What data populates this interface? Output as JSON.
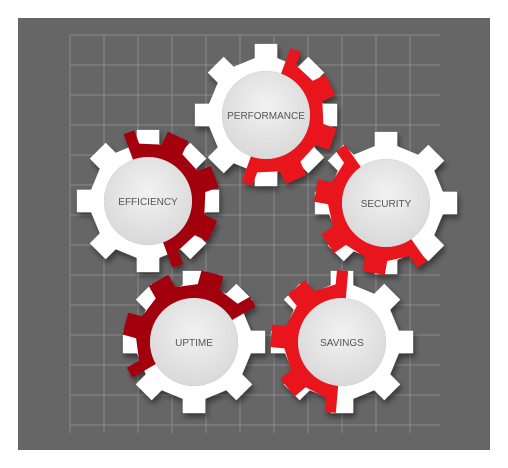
{
  "colors": {
    "background": "#666666",
    "grid": "#8a8a8a",
    "gear_white": "#ffffff",
    "gear_red": "#e8141b",
    "gear_dark_red": "#a3060e",
    "hub_fill": "#e6e6e6",
    "label": "#555555"
  },
  "gears": [
    {
      "id": "performance",
      "label": "PERFORMANCE",
      "icon": "gear-icon",
      "red_arc": "right-half"
    },
    {
      "id": "security",
      "label": "SECURITY",
      "icon": "gear-icon",
      "red_arc": "left-bottom"
    },
    {
      "id": "efficiency",
      "label": "EFFICIENCY",
      "icon": "gear-icon",
      "red_arc": "right-half"
    },
    {
      "id": "uptime",
      "label": "UPTIME",
      "icon": "gear-icon",
      "red_arc": "upper-left"
    },
    {
      "id": "savings",
      "label": "SAVINGS",
      "icon": "gear-icon",
      "red_arc": "left-half"
    }
  ]
}
